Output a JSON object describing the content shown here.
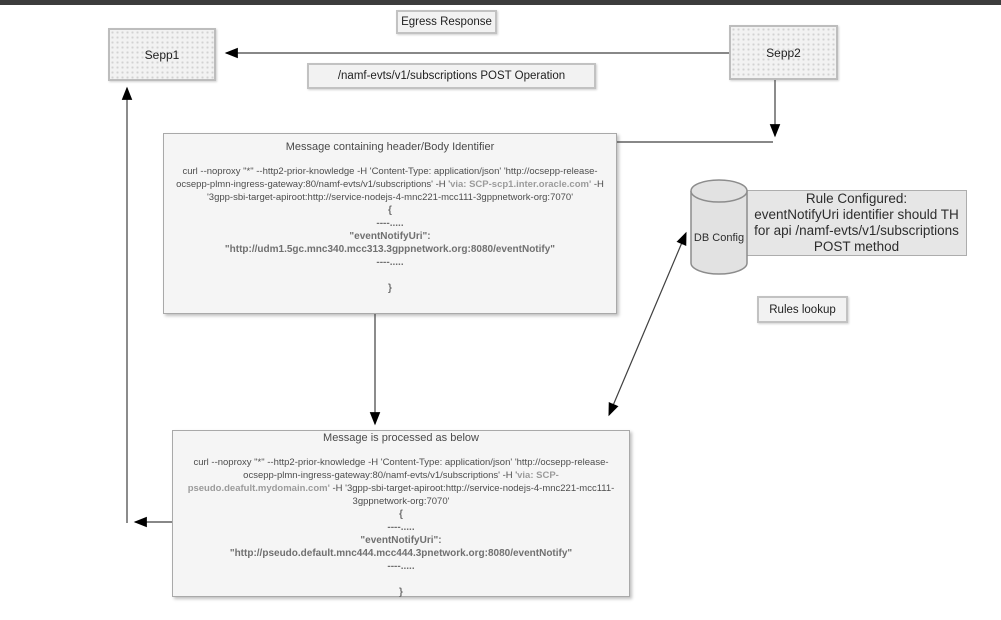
{
  "nodes": {
    "sepp1": {
      "label": "Sepp1"
    },
    "sepp2": {
      "label": "Sepp2"
    },
    "egress": {
      "label": "Egress Response"
    },
    "post_op": {
      "label": "/namf-evts/v1/subscriptions POST Operation"
    },
    "rules_lookup": {
      "label": "Rules lookup"
    },
    "db": {
      "label": "DB Config"
    },
    "rule_box": {
      "title": "Rule Configured:",
      "body": "eventNotifyUri identifier should TH for api /namf-evts/v1/subscriptions POST method"
    }
  },
  "message1": {
    "title": "Message containing header/Body Identifier",
    "curl_prefix": "curl --noproxy \"*\" --http2-prior-knowledge -H 'Content-Type: application/json' 'http://ocsepp-release-ocsepp-plmn-ingress-gateway:80/namf-evts/v1/subscriptions'  -H '",
    "curl_via": "via: SCP-scp1.inter.oracle.com'",
    "curl_suffix": " -H '3gpp-sbi-target-apiroot:http://service-nodejs-4-mnc221-mcc111-3gppnetwork-org:7070'",
    "json_lines": {
      "open": "{",
      "dots1": "----.....",
      "key": "\"eventNotifyUri\":",
      "value": "\"http://udm1.5gc.mnc340.mcc313.3gppnetwork.org:8080/eventNotify\"",
      "dots2": "----.....",
      "close": "}"
    }
  },
  "message2": {
    "title": "Message is processed as below",
    "curl_prefix": "curl --noproxy \"*\" --http2-prior-knowledge -H 'Content-Type: application/json' 'http://ocsepp-release-ocsepp-plmn-ingress-gateway:80/namf-evts/v1/subscriptions'  -H '",
    "curl_via": "via: SCP-pseudo.deafult.mydomain.com'",
    "curl_suffix": " -H '3gpp-sbi-target-apiroot:http://service-nodejs-4-mnc221-mcc111-3gppnetwork-org:7070'",
    "json_lines": {
      "open": "{",
      "dots1": "----.....",
      "key": "\"eventNotifyUri\":",
      "value": "\"http://pseudo.default.mnc444.mcc444.3pnetwork.org:8080/eventNotify\"",
      "dots2": "----.....",
      "close": "}"
    }
  },
  "colors": {
    "accent_bar": "#3c3c3c",
    "box_fill": "#f5f5f5",
    "gray_text": "#9b9b9b",
    "arrow": "#000000"
  }
}
